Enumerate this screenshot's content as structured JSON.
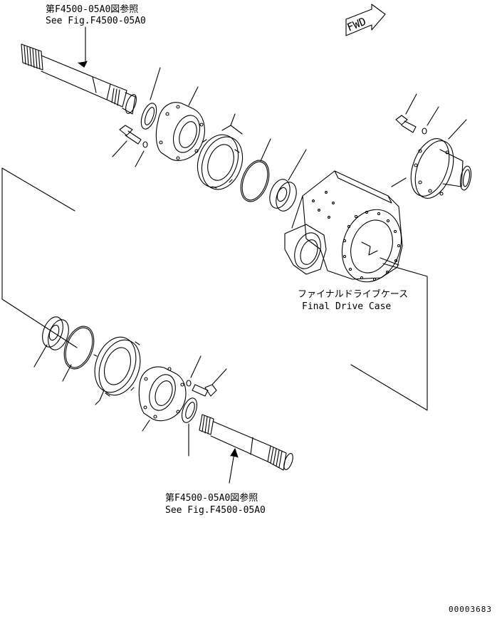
{
  "references": {
    "top": {
      "jp": "第F4500-05A0図参照",
      "en": "See Fig.F4500-05A0"
    },
    "bottom": {
      "jp": "第F4500-05A0図参照",
      "en": "See Fig.F4500-05A0"
    }
  },
  "fwd_label": "FWD",
  "case_label": {
    "jp": "ファイナルドライブケース",
    "en": "Final Drive Case"
  },
  "drawing_number": "00003683",
  "icons": [
    "fwd-arrow-icon"
  ]
}
